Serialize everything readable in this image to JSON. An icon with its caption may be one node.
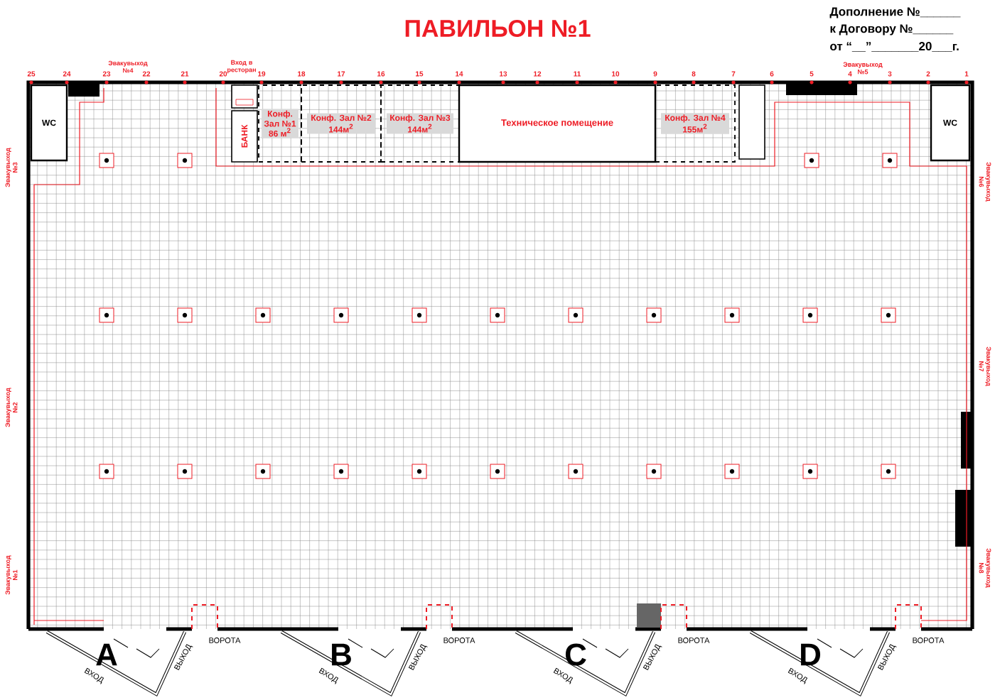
{
  "diagram": {
    "title": "ПАВИЛЬОН №1",
    "nodes": [
      {
        "text": [
          "WC"
        ]
      },
      {
        "text": [
          "БАНК"
        ]
      },
      {
        "text": [
          "Конф. Зал №1 86 м$^{2}$"
        ]
      },
      {
        "text": [
          "Конф. Зал №2 144м$^{2}$"
        ]
      },
      {
        "text": [
          "Конф. Зал №3 144м$^{2}$"
        ]
      },
      {
        "text": [
          "Техническое помещение"
        ]
      },
      {
        "text": [
          "Конф. Зал №4 155м$^{2}$"
        ]
      },
      {
        "text": [
          "WC"
        ]
      }
    ],
    "labels": [
      "Дополнение №______",
      "к Договору №______",
      "от “__”_______20___г.",
      "25",
      "24",
      "23",
      "22",
      "21",
      "20",
      "19",
      "18",
      "17",
      "16",
      "15",
      "14",
      "13",
      "12",
      "11",
      "10",
      "9",
      "8",
      "7",
      "6",
      "5",
      "4",
      "3",
      "2",
      "1",
      "Эвакувыход №4",
      "Вход в ресторан",
      "Эвакувыход №5",
      "Эвакувыход №3",
      "Эвакувыход №2",
      "Эвакувыход №1",
      "Эвакувыход №6",
      "Эвакувыход №7",
      "Эвакувыход №8",
      "A",
      "ВХОД",
      "ВЫХОД",
      "ВОРОТА",
      "B",
      "ВХОД",
      "ВЫХОД",
      "ВОРОТА",
      "C",
      "ВХОД",
      "ВЫХОД",
      "ВОРОТА",
      "D",
      "ВХОД",
      "ВЫХОД",
      "ВОРОТА"
    ]
  }
}
